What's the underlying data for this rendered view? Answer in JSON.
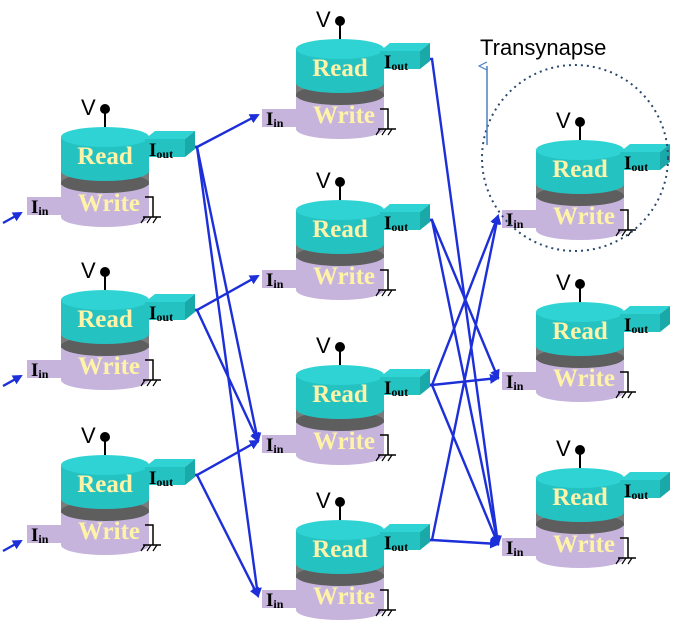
{
  "labels": {
    "read": "Read",
    "write": "Write",
    "voltage": "V",
    "out_main": "I",
    "out_sub": "out",
    "in_main": "I",
    "in_sub": "in",
    "transynapse": "Transynapse"
  },
  "colors": {
    "read_top": "#2fd3d3",
    "read_body": "#25c2c2",
    "separator": "#7a7a7a",
    "separator_dark": "#5e5e5e",
    "write_body": "#c6b4dc",
    "write_top": "#d8c8ea",
    "label_text": "#fff3a8",
    "wire": "#1c2fd9",
    "highlight_circle": "#2b4a6b",
    "arrow": "#4a7fc0",
    "black": "#000000"
  }
}
